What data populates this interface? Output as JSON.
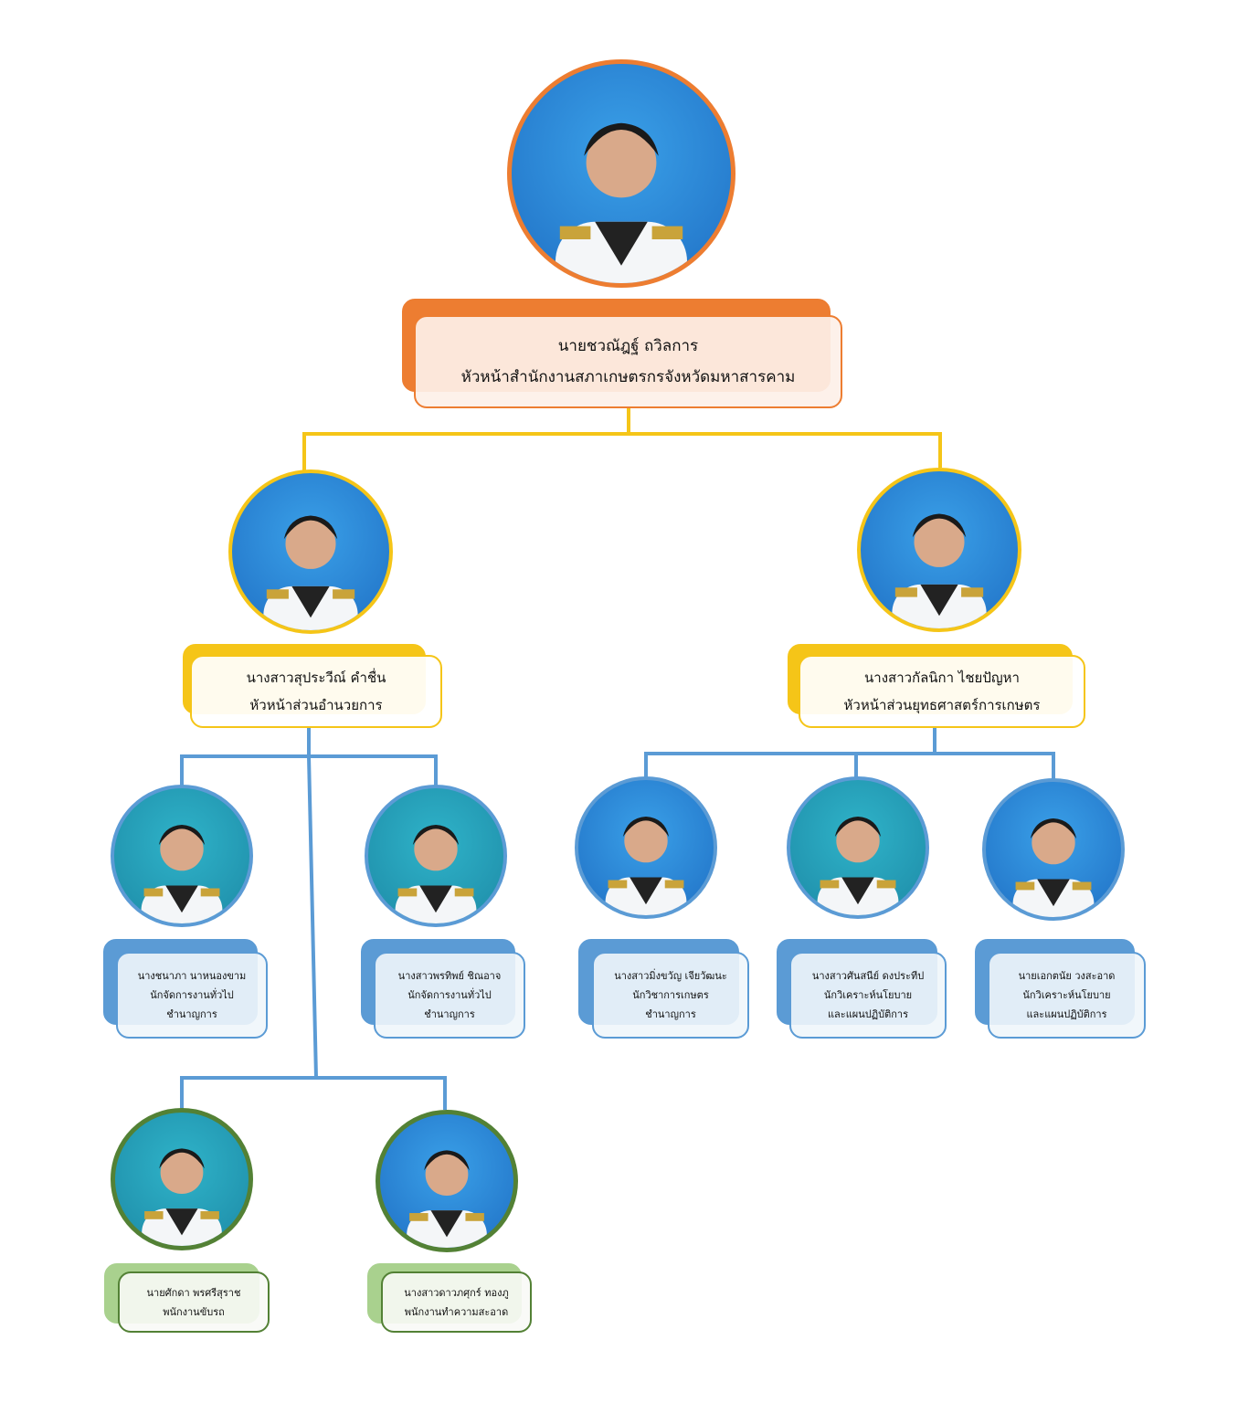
{
  "colors": {
    "orange": "#ed7d31",
    "yellow": "#f5c518",
    "blue": "#5b9bd5",
    "green": "#538135",
    "green_light": "#a9d18e"
  },
  "director": {
    "name": "นายชวณัฎฐ์  ถวิลการ",
    "title": "หัวหน้าสำนักงานสภาเกษตรกรจังหวัดมหาสารคาม"
  },
  "heads": [
    {
      "name": "นางสาวสุประวีณ์ คำชื่น",
      "title": "หัวหน้าส่วนอำนวยการ"
    },
    {
      "name": "นางสาวกัลนิกา ไชยปัญหา",
      "title": "หัวหน้าส่วนยุทธศาสตร์การเกษตร"
    }
  ],
  "staff": [
    {
      "name": "นางชนาภา นาหนองขาม",
      "title": "นักจัดการงานทั่วไป",
      "level": "ชำนาญการ"
    },
    {
      "name": "นางสาวพรทิพย์ ชิณอาจ",
      "title": "นักจัดการงานทั่วไป",
      "level": "ชำนาญการ"
    },
    {
      "name": "นางสาวมิ่งขวัญ เจียวัฒนะ",
      "title": "นักวิชาการเกษตร",
      "level": "ชำนาญการ"
    },
    {
      "name": "นางสาวศันสนีย์ ดงประทีป",
      "title": "นักวิเคราะห์นโยบาย",
      "level": "และแผนปฏิบัติการ"
    },
    {
      "name": "นายเอกตนัย วงสะอาด",
      "title": "นักวิเคราะห์นโยบาย",
      "level": "และแผนปฏิบัติการ"
    }
  ],
  "workers": [
    {
      "name": "นายศักดา พรศรีสุราช",
      "title": "พนักงานขับรถ"
    },
    {
      "name": "นางสาวดาวภศุกร์  ทองภู",
      "title": "พนักงานทำความสะอาด"
    }
  ]
}
